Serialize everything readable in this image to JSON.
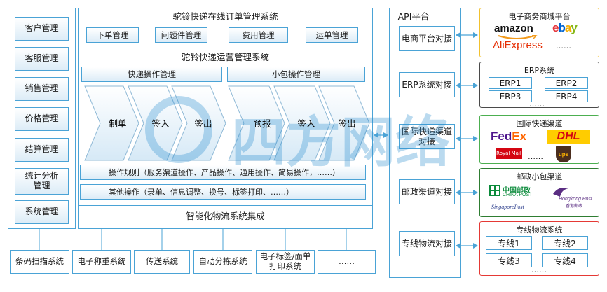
{
  "sidebar": {
    "items": [
      "客户管理",
      "客服管理",
      "销售管理",
      "价格管理",
      "结算管理",
      "统计分析管理",
      "系统管理"
    ]
  },
  "order_system": {
    "title": "驼铃快递在线订单管理系统",
    "tabs": [
      "下单管理",
      "问题件管理",
      "费用管理",
      "运单管理"
    ]
  },
  "ops_system": {
    "title": "驼铃快递运营管理系统",
    "express_ops": "快递操作管理",
    "parcel_ops": "小包操作管理",
    "express_steps": [
      "制单",
      "签入",
      "签出"
    ],
    "parcel_steps": [
      "预报",
      "签入",
      "签出"
    ],
    "rules": "操作规则（服务渠道操作、产品操作、通用操作、简易操作，……）",
    "other_ops": "其他操作（录单、信息调整、换号、标签打印、……）"
  },
  "integration": {
    "title": "智能化物流系统集成"
  },
  "bottom_items": [
    "条码扫描系统",
    "电子称重系统",
    "传送系统",
    "自动分拣系统",
    "电子标签/面单打印系统",
    "……"
  ],
  "api": {
    "title": "API平台",
    "items": [
      "电商平台对接",
      "ERP系统对接",
      "国际快递渠道对接",
      "邮政渠道对接",
      "专线物流对接"
    ]
  },
  "ecommerce": {
    "title": "电子商务商城平台",
    "logos": [
      "amazon",
      "ebay",
      "AliExpress"
    ],
    "more": "……"
  },
  "erp": {
    "title": "ERP系统",
    "cells": [
      "ERP1",
      "ERP2",
      "ERP3",
      "ERP4"
    ],
    "more": "……"
  },
  "intl_express": {
    "title": "国际快递渠道",
    "logos": [
      "FedEx",
      "DHL",
      "Royal Mail",
      "ups"
    ],
    "more": "……"
  },
  "postal": {
    "title": "邮政小包渠道",
    "china_post_cn": "中国邮政",
    "china_post_en": "CHINA POST",
    "hongkong_post": "Hongkong Post",
    "hongkong_post_cn": "香港郵政",
    "singapore_post": "SingaporePost"
  },
  "dedicated": {
    "title": "专线物流系统",
    "cells": [
      "专线1",
      "专线2",
      "专线3",
      "专线4"
    ],
    "more": "……"
  },
  "watermark": "四方网络",
  "colors": {
    "line": "#4aa3d6",
    "ecom_border": "#f2c12e",
    "intl_border": "#4caf50",
    "postal_border": "#2e7d32",
    "dedicated_border": "#e53935",
    "erp_border": "#4a4a4a"
  }
}
